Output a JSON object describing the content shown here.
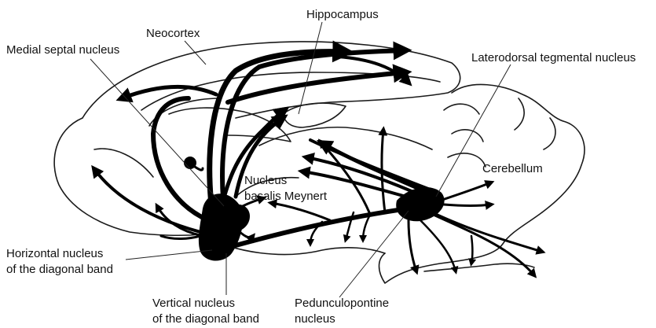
{
  "labels": {
    "hippocampus": "Hippocampus",
    "neocortex": "Neocortex",
    "medial_septal": "Medial septal nucleus",
    "laterodorsal": "Laterodorsal tegmental nucleus",
    "nucleus_basalis_1": "Nucleus",
    "nucleus_basalis_2": "basalis Meynert",
    "cerebellum": "Cerebellum",
    "horizontal_1": "Horizontal nucleus",
    "horizontal_2": "of the diagonal band",
    "vertical_1": "Vertical nucleus",
    "vertical_2": "of the diagonal band",
    "pedunculopontine_1": "Pedunculopontine",
    "pedunculopontine_2": "nucleus"
  },
  "colors": {
    "ink": "#000000",
    "background": "#ffffff"
  }
}
